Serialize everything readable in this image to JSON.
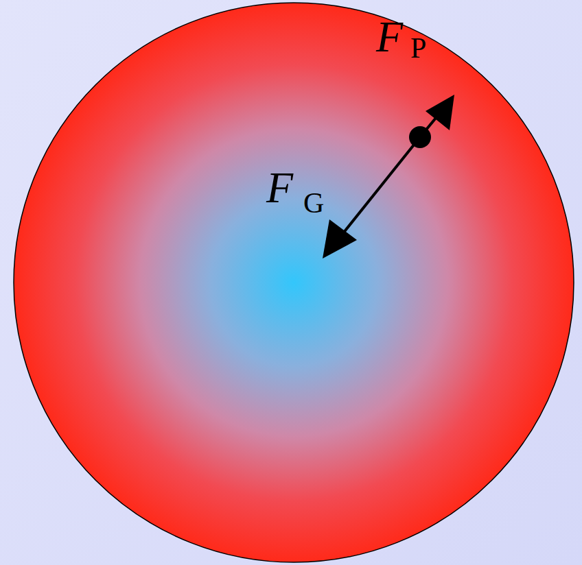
{
  "diagram": {
    "labels": [
      "F",
      "P",
      "F",
      "G"
    ]
  }
}
